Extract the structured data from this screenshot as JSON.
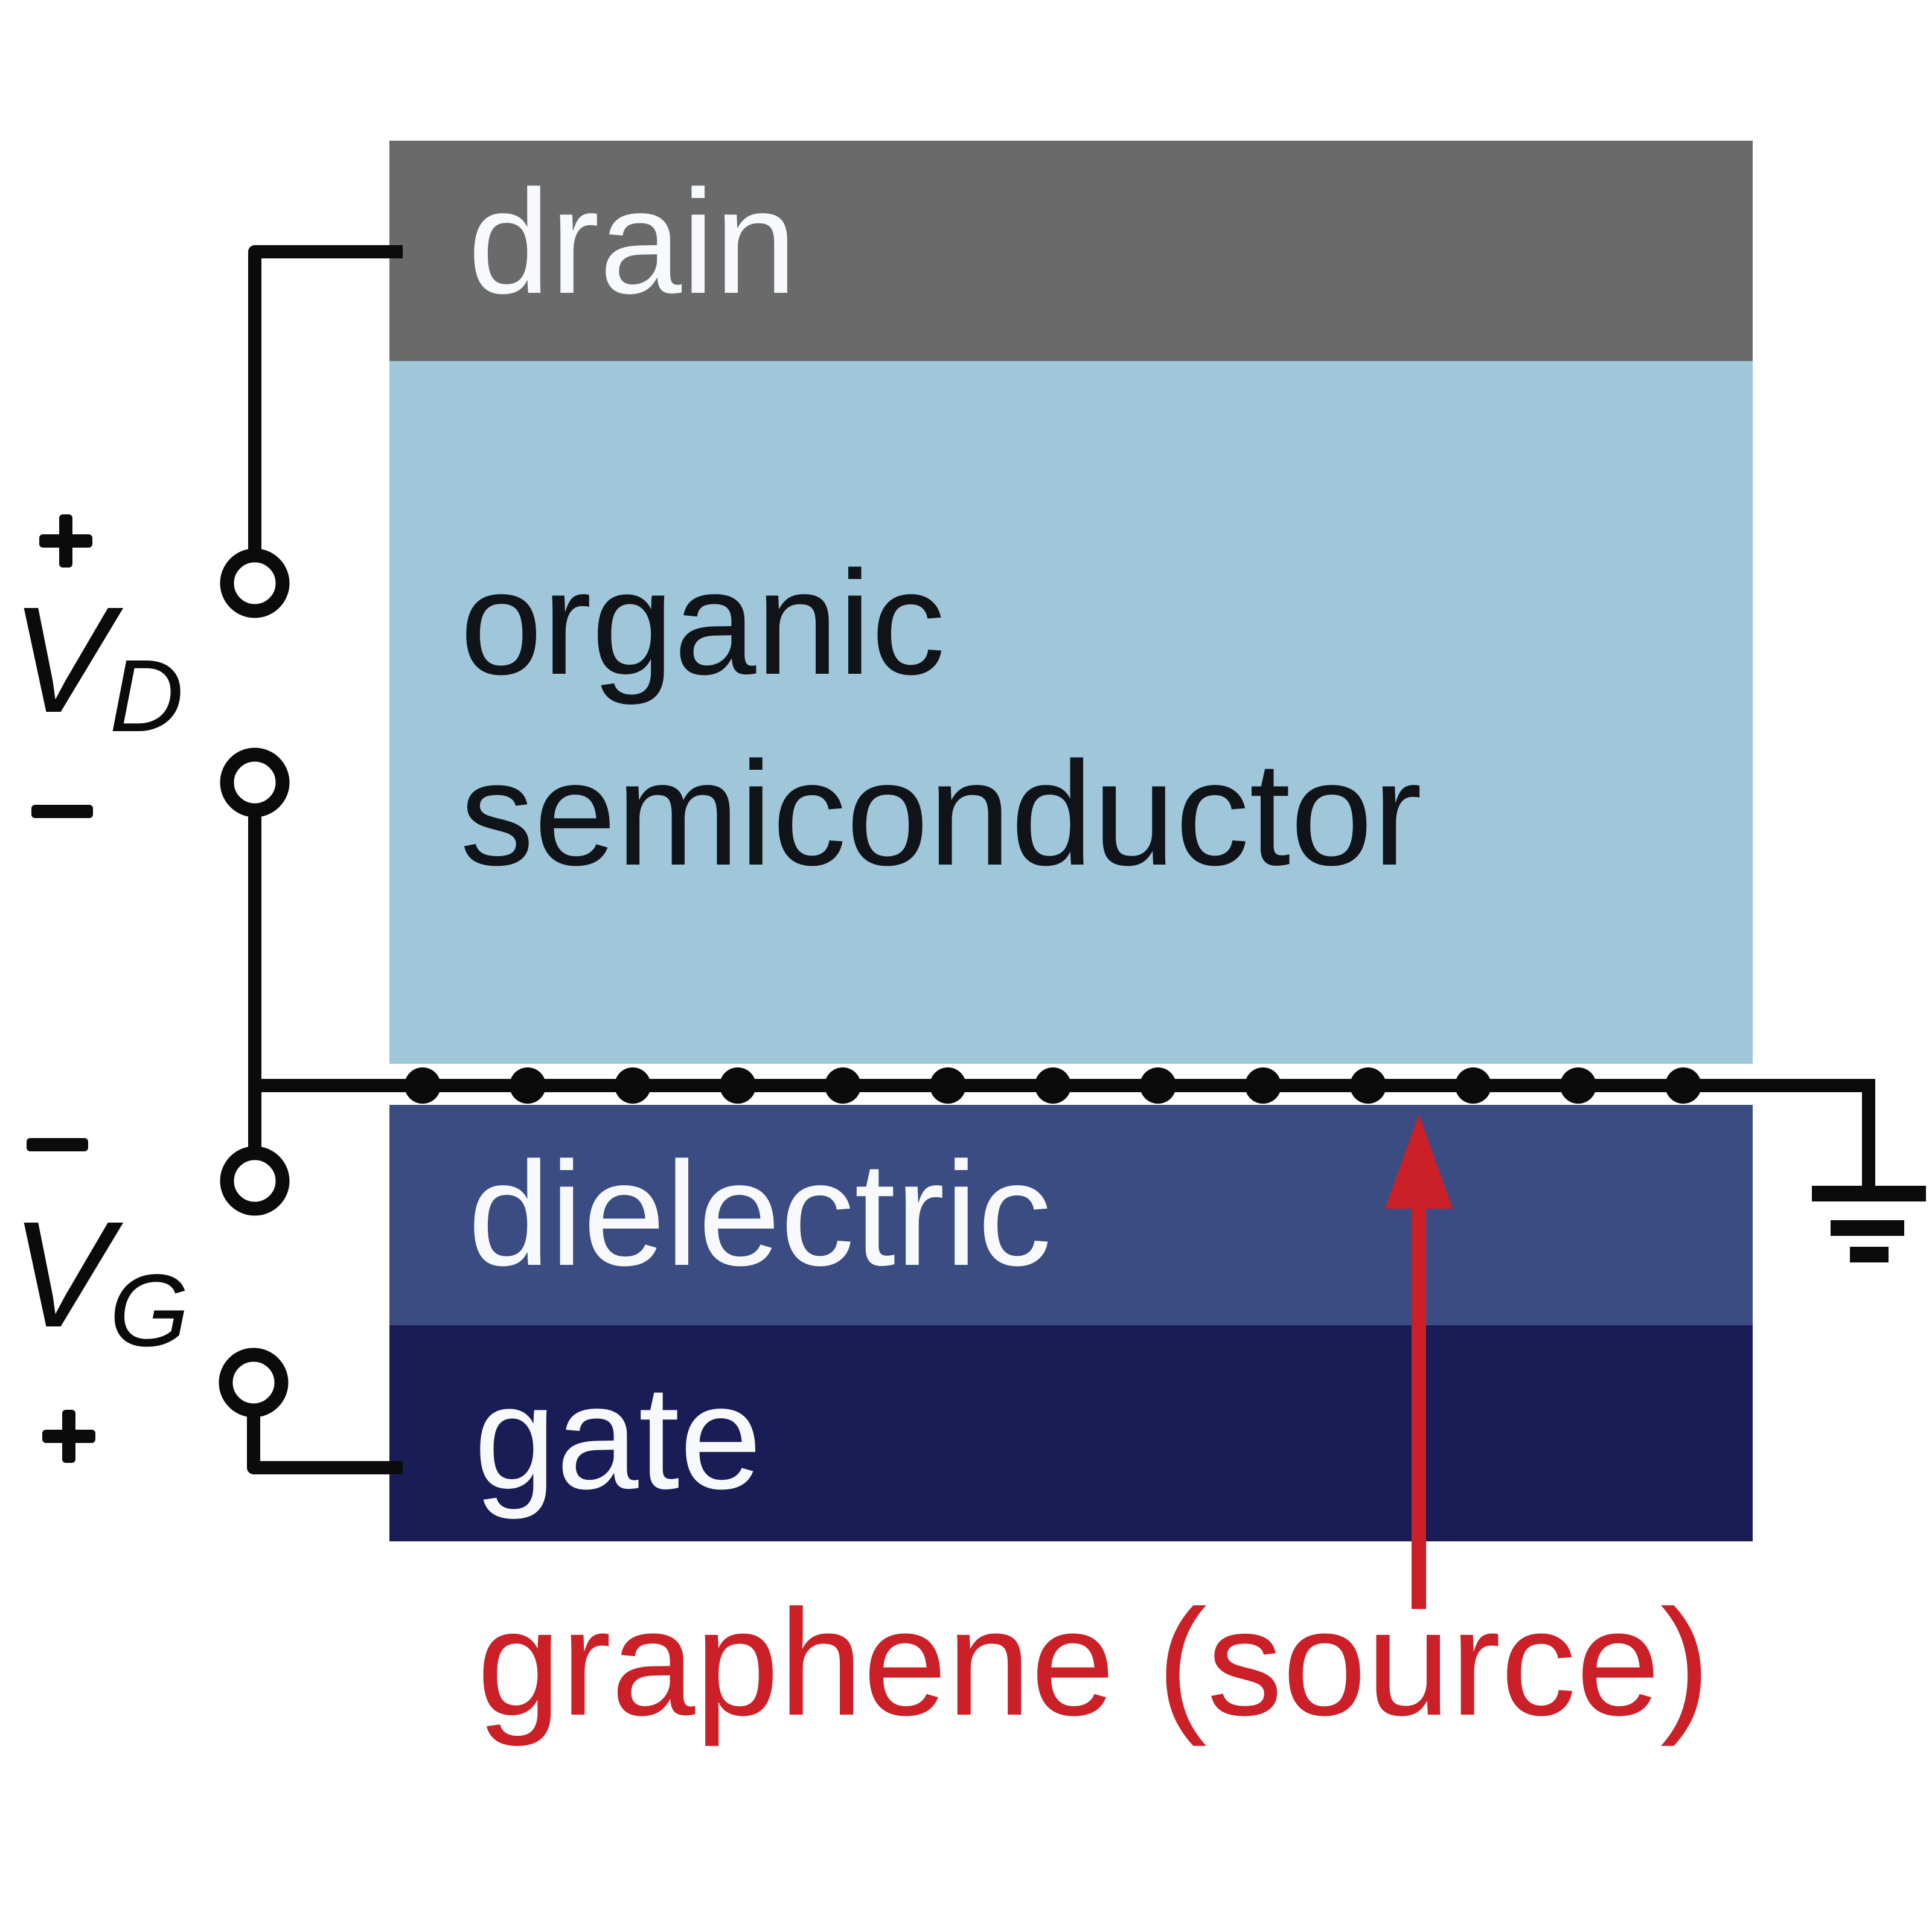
{
  "title": "graphene-source organic transistor schematic",
  "layers": {
    "drain": {
      "label": "drain",
      "color": "#6a6a6a",
      "text_color": "#f7f9fc"
    },
    "semiconductor": {
      "label_line1": "organic",
      "label_line2": "semiconductor",
      "color": "#a0c6d9",
      "text_color": "#101418"
    },
    "dielectric": {
      "label": "dielectric",
      "color": "#3b4c82",
      "text_color": "#f7f9fc"
    },
    "gate": {
      "label": "gate",
      "color": "#1a1d55",
      "text_color": "#f7f9fc"
    }
  },
  "annotation": {
    "graphene_label": "graphene (source)",
    "color": "#cb2027"
  },
  "supplies": {
    "vd": {
      "symbol": "V",
      "subscript": "D",
      "top_sign": "+",
      "bottom_sign": "−"
    },
    "vg": {
      "symbol": "V",
      "subscript": "G",
      "top_sign": "−",
      "bottom_sign": "+"
    }
  },
  "icons": {
    "ground": "ground-icon",
    "arrow": "arrow-up-icon",
    "terminals": "open-circle-terminal"
  },
  "colors": {
    "wire": "#0b0b0b",
    "background": "#ffffff",
    "terminal_fill": "#ffffff",
    "drain": "#6a6a6a",
    "semiconductor": "#a0c6d9",
    "dielectric": "#3b4c82",
    "gate": "#1a1d55",
    "annotation_red": "#cb2027"
  }
}
